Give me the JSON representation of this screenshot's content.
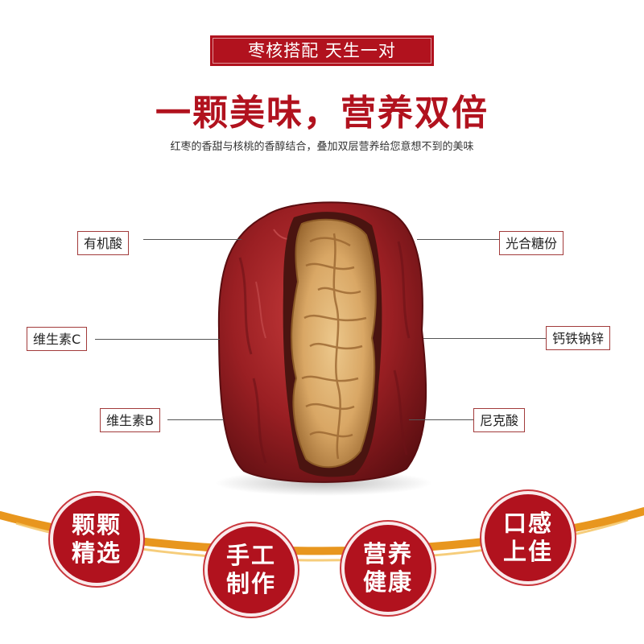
{
  "banner": {
    "text": "枣核搭配 天生一对"
  },
  "headline": {
    "text": "一颗美味，营养双倍"
  },
  "subtitle": {
    "text": "红枣的香甜与核桃的香醇结合，叠加双层营养给您意想不到的美味"
  },
  "labels": {
    "left": [
      "有机酸",
      "维生素C",
      "维生素B"
    ],
    "right": [
      "光合糖份",
      "钙铁钠锌",
      "尼克酸"
    ]
  },
  "badges": [
    {
      "line1": "颗颗",
      "line2": "精选"
    },
    {
      "line1": "手工",
      "line2": "制作"
    },
    {
      "line1": "营养",
      "line2": "健康"
    },
    {
      "line1": "口感",
      "line2": "上佳"
    }
  ],
  "colors": {
    "brand_red": "#b1121e",
    "date_red": "#8e1c1c",
    "walnut": "#d9a765",
    "arc_orange": "#e8961e"
  },
  "image": {
    "subject": "red-date-with-walnut"
  }
}
